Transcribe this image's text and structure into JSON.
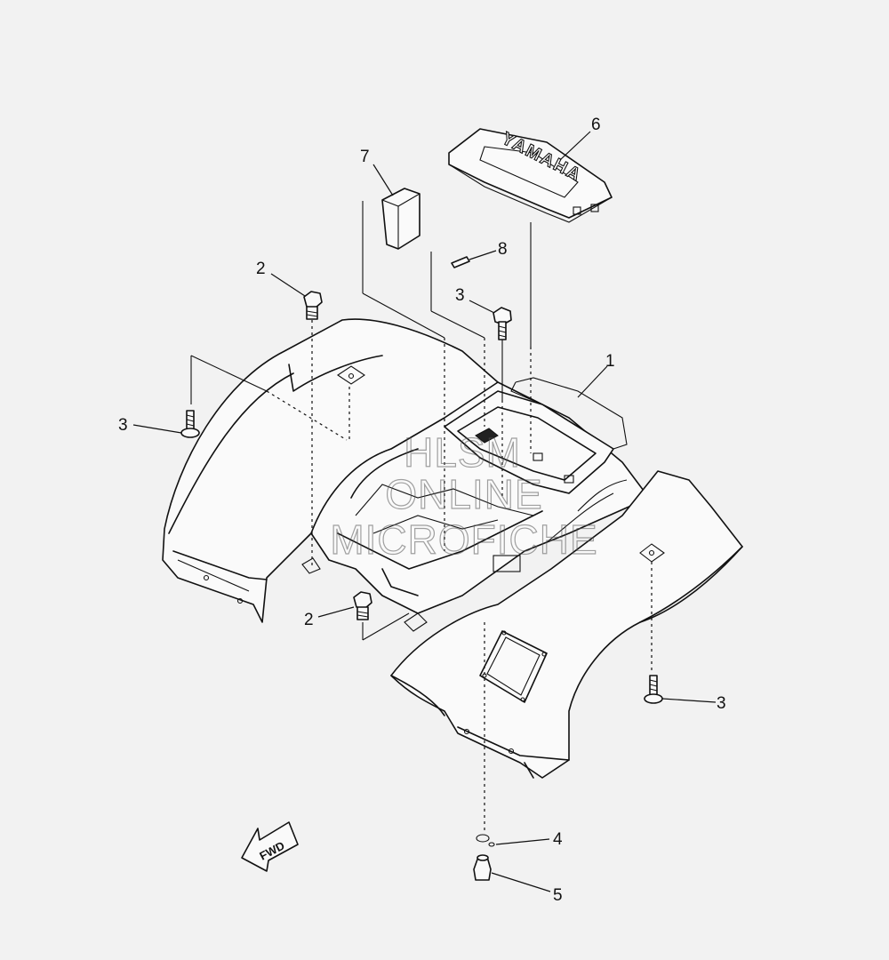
{
  "callouts": [
    {
      "id": "c1",
      "label": "1"
    },
    {
      "id": "c2a",
      "label": "2"
    },
    {
      "id": "c2b",
      "label": "2"
    },
    {
      "id": "c3a",
      "label": "3"
    },
    {
      "id": "c3b",
      "label": "3"
    },
    {
      "id": "c3c",
      "label": "3"
    },
    {
      "id": "c4",
      "label": "4"
    },
    {
      "id": "c5",
      "label": "5"
    },
    {
      "id": "c6",
      "label": "6"
    },
    {
      "id": "c7",
      "label": "7"
    },
    {
      "id": "c8",
      "label": "8"
    }
  ],
  "fwd_label": "FWD",
  "emblem_text": "YAMAHA",
  "watermark": {
    "line1": "HLSM",
    "line2": "ONLINE",
    "line3": "MICROFICHE"
  }
}
